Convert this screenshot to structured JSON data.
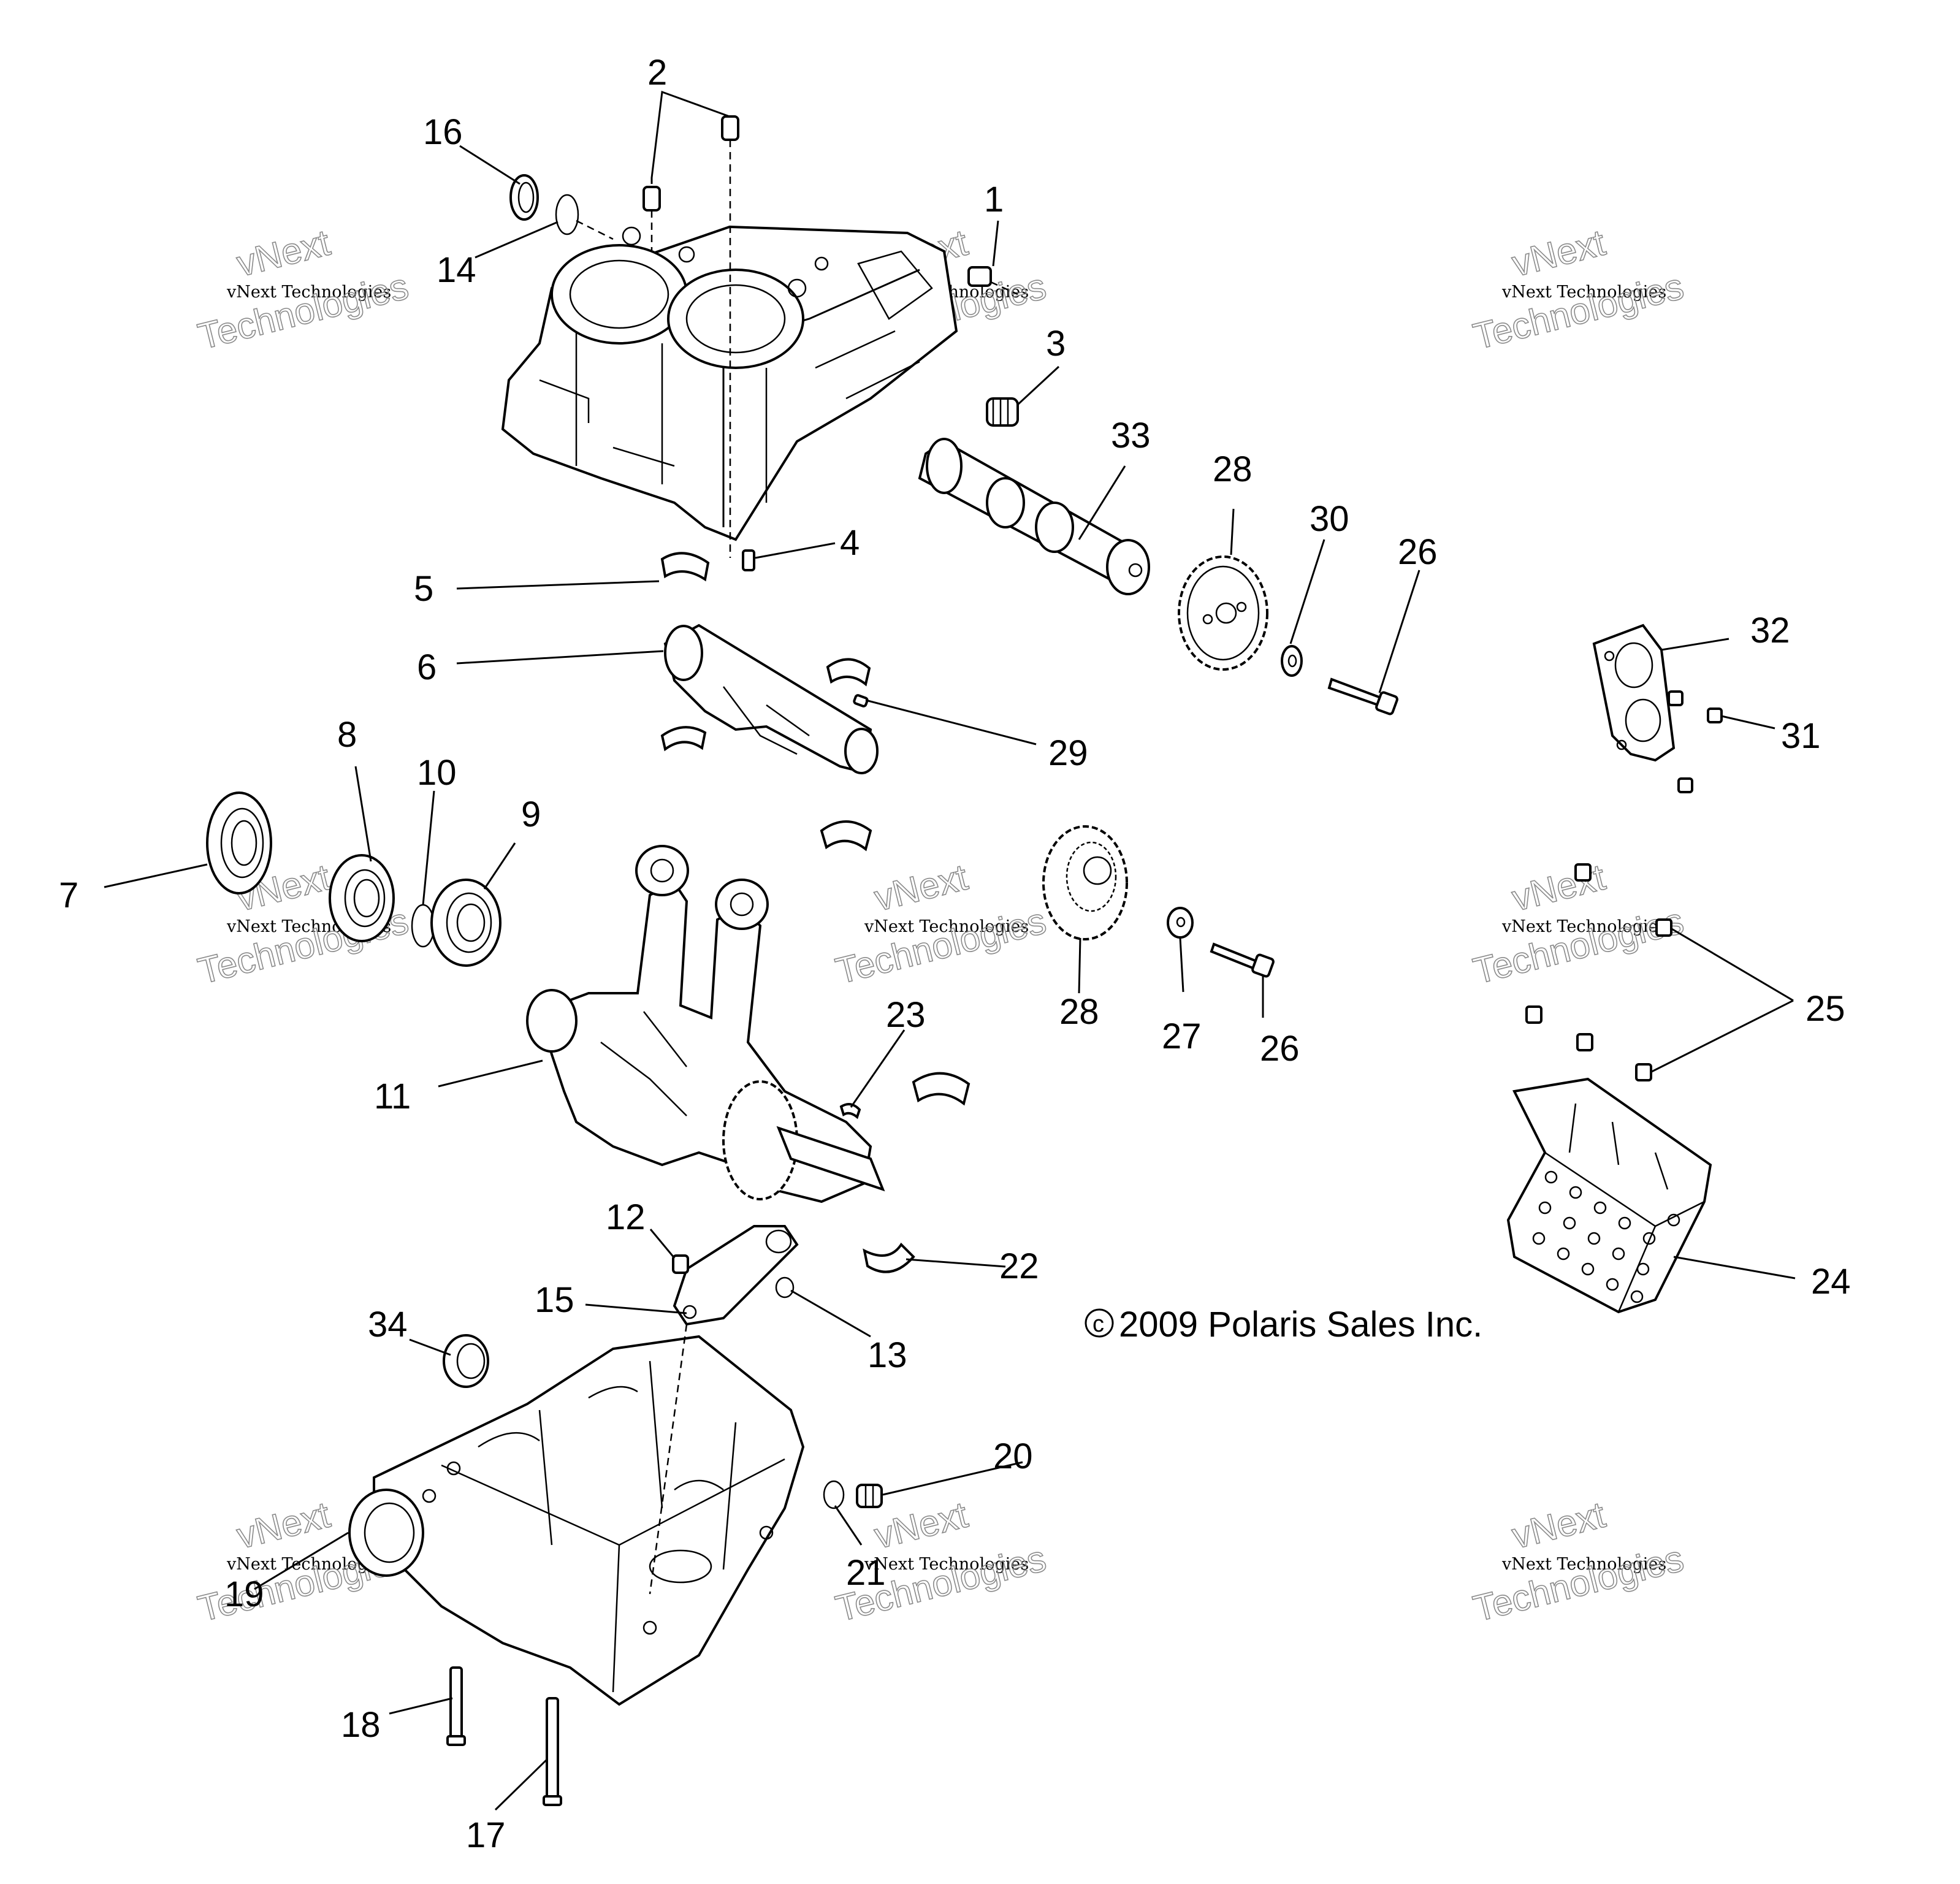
{
  "diagram": {
    "copyright": "2009 Polaris Sales Inc.",
    "copyright_symbol": "c",
    "watermark": {
      "line_small": "vNext Technologies",
      "line_large_1": "vNext",
      "line_large_2": "Technologies"
    },
    "callouts": [
      "1",
      "2",
      "3",
      "4",
      "5",
      "6",
      "7",
      "8",
      "9",
      "10",
      "11",
      "12",
      "13",
      "14",
      "15",
      "16",
      "17",
      "18",
      "19",
      "20",
      "21",
      "22",
      "23",
      "24",
      "25",
      "26",
      "27",
      "28",
      "29",
      "30",
      "31",
      "32",
      "33",
      "34"
    ]
  }
}
